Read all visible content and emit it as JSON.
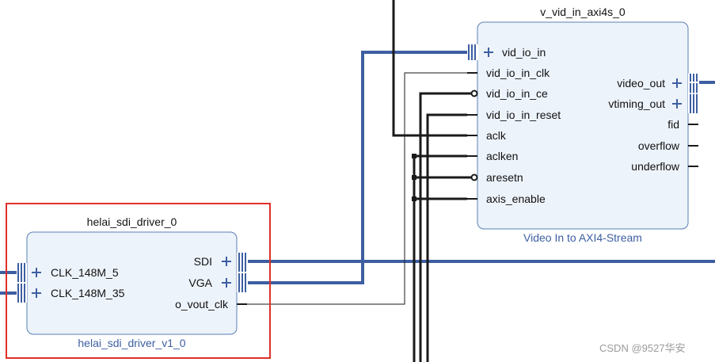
{
  "diagram": {
    "colors": {
      "bus": "#3d5fa1",
      "wire": "#1a1a1a",
      "block_fill": "#edf3fb",
      "block_border": "#5a7fb0",
      "selection": "#e0302a",
      "subtitle": "#3d5fa1"
    },
    "blocks": [
      {
        "instance": "v_vid_in_axi4s_0",
        "ip_name": "Video In to AXI4-Stream",
        "left_ports": [
          {
            "name": "vid_io_in",
            "kind": "bus"
          },
          {
            "name": "vid_io_in_clk",
            "kind": "wire"
          },
          {
            "name": "vid_io_in_ce",
            "kind": "active-low"
          },
          {
            "name": "vid_io_in_reset",
            "kind": "wire"
          },
          {
            "name": "aclk",
            "kind": "wire"
          },
          {
            "name": "aclken",
            "kind": "wire"
          },
          {
            "name": "aresetn",
            "kind": "active-low"
          },
          {
            "name": "axis_enable",
            "kind": "wire"
          }
        ],
        "right_ports": [
          {
            "name": "video_out",
            "kind": "bus"
          },
          {
            "name": "vtiming_out",
            "kind": "bus"
          },
          {
            "name": "fid",
            "kind": "wire"
          },
          {
            "name": "overflow",
            "kind": "wire"
          },
          {
            "name": "underflow",
            "kind": "wire"
          }
        ]
      },
      {
        "instance": "helai_sdi_driver_0",
        "ip_name": "helai_sdi_driver_v1_0",
        "selected": true,
        "left_ports": [
          {
            "name": "CLK_148M_5",
            "kind": "bus"
          },
          {
            "name": "CLK_148M_35",
            "kind": "bus"
          }
        ],
        "right_ports": [
          {
            "name": "SDI",
            "kind": "bus"
          },
          {
            "name": "VGA",
            "kind": "bus"
          },
          {
            "name": "o_vout_clk",
            "kind": "wire"
          }
        ]
      }
    ],
    "watermark": "CSDN @9527华安"
  }
}
